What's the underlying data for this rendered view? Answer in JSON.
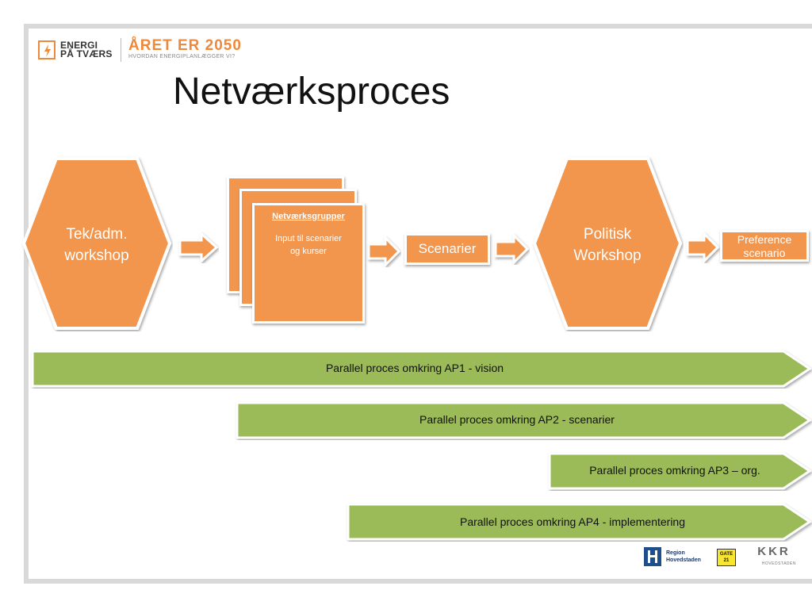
{
  "header": {
    "logo1_line1": "ENERGI",
    "logo1_line2": "PÅ TVÆRS",
    "logo2_title": "ÅRET ER 2050",
    "logo2_subtitle": "HVORDAN ENERGIPLANLÆGGER VI?"
  },
  "title": "Netværksproces",
  "flow": {
    "hex1": [
      "Tek/adm.",
      "workshop"
    ],
    "group_box": {
      "heading": "Netværksgrupper",
      "body": [
        "Input til scenarier",
        "og kurser"
      ]
    },
    "scenarier": "Scenarier",
    "hex2": [
      "Politisk",
      "Workshop"
    ],
    "preference": [
      "Preference",
      "scenario"
    ]
  },
  "parallel": [
    "Parallel proces omkring AP1 - vision",
    "Parallel proces omkring AP2 - scenarier",
    "Parallel proces omkring AP3 – org.",
    "Parallel proces omkring AP4 - implementering"
  ],
  "footer": {
    "region_line1": "Region",
    "region_line2": "Hovedstaden",
    "gate_line1": "GATE",
    "gate_line2": "21",
    "kkr": "KKR",
    "kkr_sub": "HOVEDSTADEN"
  },
  "colors": {
    "orange": "#f2954d",
    "green": "#9bbb59",
    "frame": "#d9d9d9"
  }
}
